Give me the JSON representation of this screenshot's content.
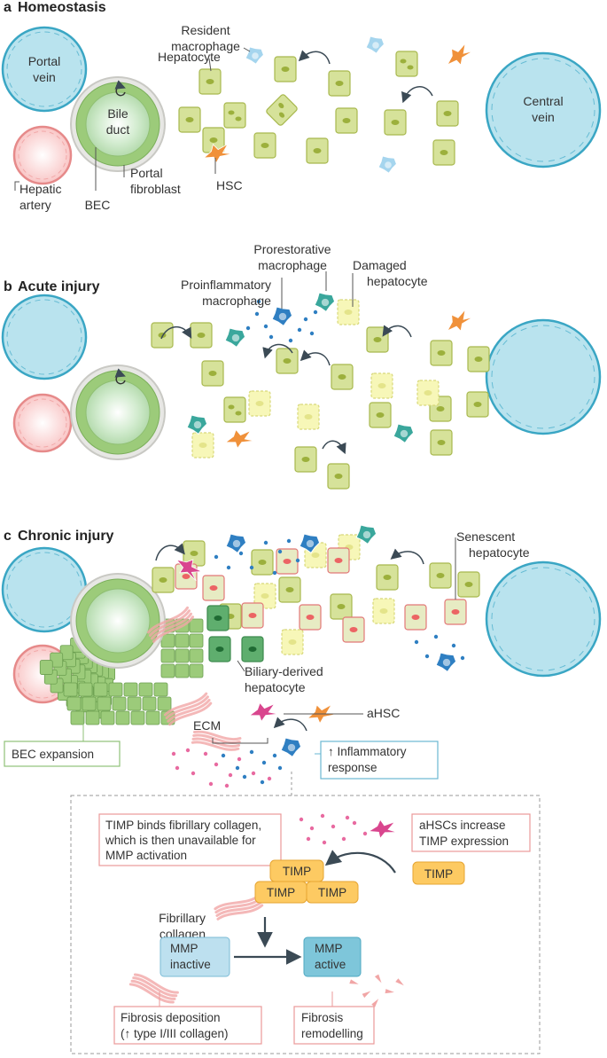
{
  "panels": {
    "a": {
      "letter": "a",
      "title": "Homeostasis"
    },
    "b": {
      "letter": "b",
      "title": "Acute injury"
    },
    "c": {
      "letter": "c",
      "title": "Chronic injury"
    }
  },
  "labels": {
    "portal_vein": [
      "Portal",
      "vein"
    ],
    "central_vein": [
      "Central",
      "vein"
    ],
    "hepatic_artery": [
      "Hepatic",
      "artery"
    ],
    "bile_duct": [
      "Bile",
      "duct"
    ],
    "portal_fibroblast": [
      "Portal",
      "fibroblast"
    ],
    "bec": "BEC",
    "hsc": "HSC",
    "hepatocyte": "Hepatocyte",
    "resident_macrophage": [
      "Resident",
      "macrophage"
    ],
    "prorestorative_macrophage": [
      "Prorestorative",
      "macrophage"
    ],
    "proinflammatory_macrophage": [
      "Proinflammatory",
      "macrophage"
    ],
    "damaged_hepatocyte": [
      "Damaged",
      "hepatocyte"
    ],
    "senescent_hepatocyte": [
      "Senescent",
      "hepatocyte"
    ],
    "biliary_derived_hepatocyte": [
      "Biliary-derived",
      "hepatocyte"
    ],
    "ahsc": "aHSC",
    "ecm": "ECM",
    "bec_expansion": "BEC expansion",
    "inflammatory_response": [
      "↑ Inflammatory",
      "response"
    ]
  },
  "inset": {
    "timp_binds": [
      "TIMP binds fibrillary collagen,",
      "which is then unavailable for",
      "MMP activation"
    ],
    "ahsc_increase": [
      "aHSCs increase",
      "TIMP expression"
    ],
    "timp": "TIMP",
    "fibrillary_collagen": [
      "Fibrillary",
      "collagen"
    ],
    "mmp_inactive": [
      "MMP",
      "inactive"
    ],
    "mmp_active": [
      "MMP",
      "active"
    ],
    "fibrosis_deposition": [
      "Fibrosis deposition",
      "(↑ type I/III collagen)"
    ],
    "fibrosis_remodelling": [
      "Fibrosis",
      "remodelling"
    ]
  },
  "colors": {
    "vein_fill": "#b9e3ee",
    "vein_stroke": "#3aa6c4",
    "artery_fill": "#fbd4d4",
    "artery_stroke": "#e68a8a",
    "hepatocyte_fill": "#d6e29a",
    "hepatocyte_stroke": "#a8b84e",
    "nucleus": "#9cb03c",
    "damaged_fill": "#f7f7b8",
    "senescent_stroke": "#e27777",
    "senescent_nucleus": "#ec6464",
    "hsc": "#f0913a",
    "ahsc": "#d9468e",
    "macrophage_resident": "#a5d5ee",
    "macrophage_proinflammatory": "#2f7fc2",
    "macrophage_prorestorative": "#3aa79c",
    "bec_cell": "#9ccb7a",
    "timp_box": "#fdca62",
    "mmp_inactive_box": "#bde0ef",
    "mmp_active_box": "#7ec6da",
    "pink_box_border": "#eb9a9a",
    "green_box_border": "#8fc277",
    "blue_box_border": "#6ab7d3"
  }
}
